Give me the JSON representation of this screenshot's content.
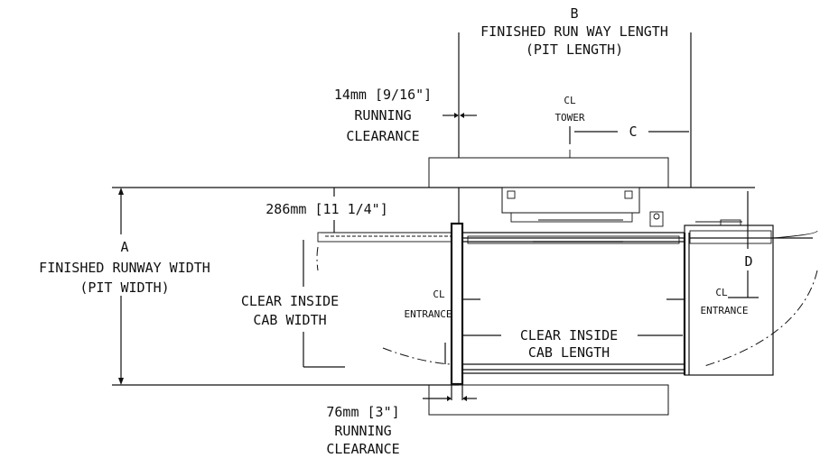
{
  "labels": {
    "b_letter": "B",
    "b_line1": "FINISHED RUN WAY LENGTH",
    "b_line2": "(PIT LENGTH)",
    "rc_top_1": "14mm [9/16\"]",
    "rc_top_2": "RUNNING",
    "rc_top_3": "CLEARANCE",
    "tower_cl": "CL",
    "tower": "TOWER",
    "c_letter": "C",
    "dim_286": "286mm [11 1/4\"]",
    "a_letter": "A",
    "a_line1": "FINISHED RUNWAY WIDTH",
    "a_line2": "(PIT WIDTH)",
    "ciw_line1": "CLEAR INSIDE",
    "ciw_line2": "CAB WIDTH",
    "entrance_left_cl": "CL",
    "entrance_left": "ENTRANCE",
    "cil_line1": "CLEAR INSIDE",
    "cil_line2": "CAB LENGTH",
    "d_letter": "D",
    "entrance_right_cl": "CL",
    "entrance_right": "ENTRANCE",
    "rc_bot_1": "76mm [3\"]",
    "rc_bot_2": "RUNNING",
    "rc_bot_3": "CLEARANCE"
  }
}
